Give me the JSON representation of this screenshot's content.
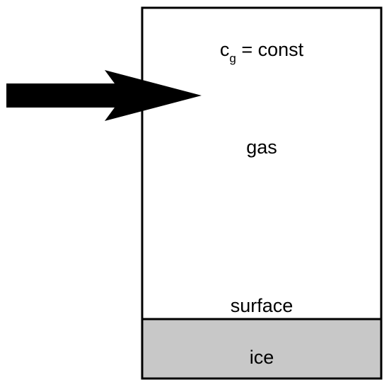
{
  "labels": {
    "concentration_symbol": "c",
    "concentration_subscript": "g",
    "concentration_rest": " = const",
    "gas": "gas",
    "surface": "surface",
    "ice": "ice"
  },
  "colors": {
    "outline": "#000000",
    "arrow": "#000000",
    "gas_fill": "#ffffff",
    "ice_fill": "#c8c8c8"
  },
  "icons": {
    "arrow": "arrow-right-icon"
  }
}
